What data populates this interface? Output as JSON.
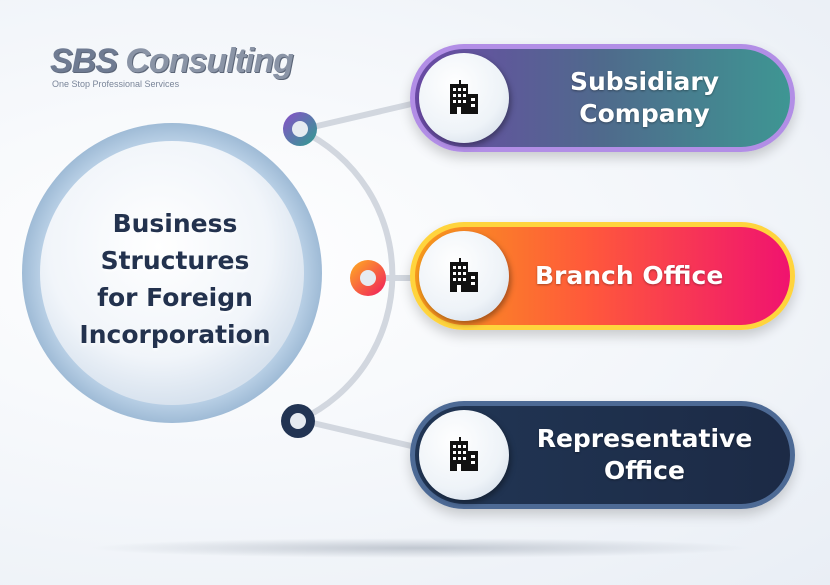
{
  "logo": {
    "brand_prefix": "SBS",
    "brand_suffix": "Consulting",
    "tagline": "One Stop Professional Services"
  },
  "hub": {
    "title_line1": "Business",
    "title_line2": "Structures",
    "title_line3": "for Foreign",
    "title_line4": "Incorporation"
  },
  "structures": [
    {
      "label_line1": "Subsidiary",
      "label_line2": "Company",
      "icon": "building-icon",
      "accent": "#b28ee6"
    },
    {
      "label_line1": "Branch Office",
      "label_line2": "",
      "icon": "building-icon",
      "accent": "#ffd43d"
    },
    {
      "label_line1": "Representative",
      "label_line2": "Office",
      "icon": "building-icon",
      "accent": "#4d6a95"
    }
  ]
}
